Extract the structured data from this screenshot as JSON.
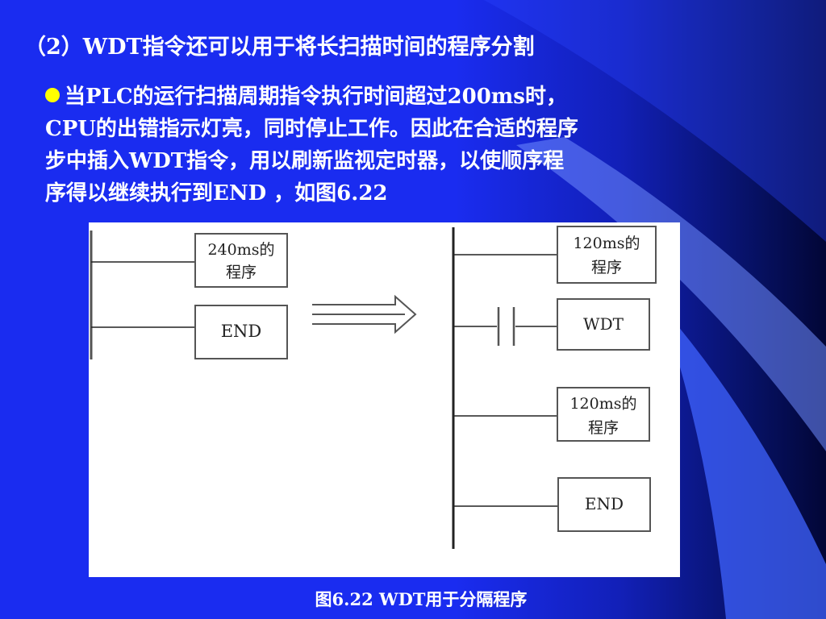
{
  "slide": {
    "title": "（2）WDT指令还可以用于将长扫描时间的程序分割",
    "bullet_lines": [
      "当PLC的运行扫描周期指令执行时间超过200ms时，",
      "CPU的出错指示灯亮，同时停止工作。因此在合适的程序",
      "步中插入WDT指令，用以刷新监视定时器，以使顺序程",
      "序得以继续执行到END ，如图6.22"
    ],
    "caption": "图6.22  WDT用于分隔程序"
  },
  "diagram": {
    "left": {
      "box1_line1": "240ms的",
      "box1_line2": "程序",
      "box2": "END"
    },
    "right": {
      "box1_line1": "120ms的",
      "box1_line2": "程序",
      "box2": "WDT",
      "box3_line1": "120ms的",
      "box3_line2": "程序",
      "box4": "END"
    }
  },
  "colors": {
    "bullet": "#ffff00",
    "text": "#ffffff",
    "background": "#1a2cf0"
  }
}
